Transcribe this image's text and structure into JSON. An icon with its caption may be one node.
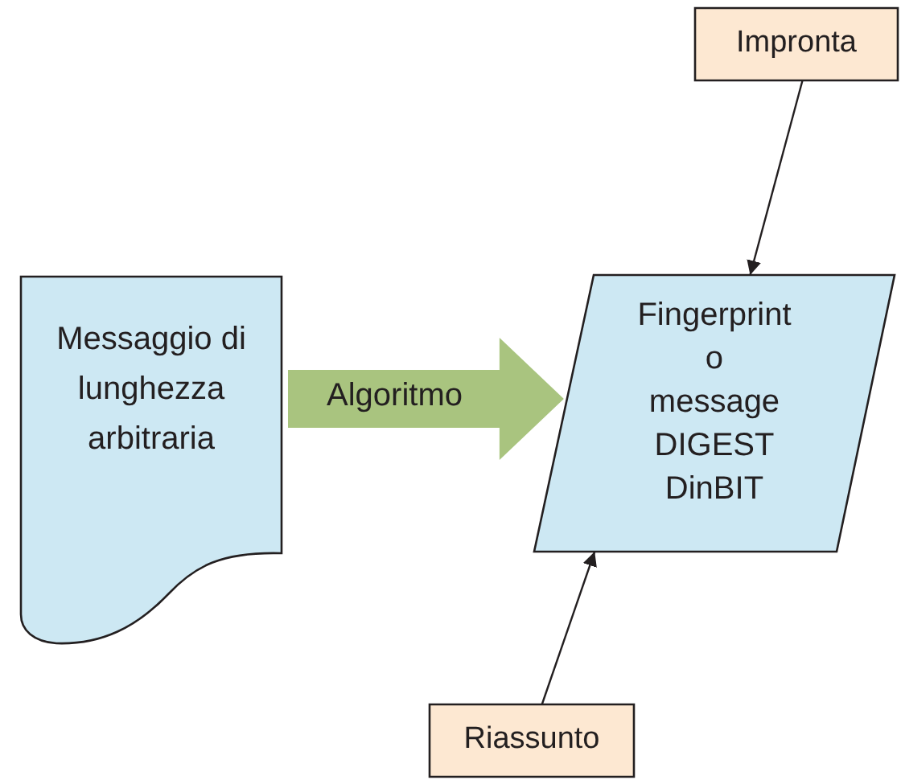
{
  "diagram": {
    "nodes": [
      {
        "text": [
          "Messaggio di lunghezza arbitraria"
        ]
      },
      {
        "text": [
          "Fingerprint o message DIGEST DinBIT"
        ]
      },
      {
        "text": [
          "Impronta"
        ]
      },
      {
        "text": [
          "Riassunto"
        ]
      }
    ],
    "edges": [
      {
        "from": 0,
        "to": 1,
        "label": "Algoritmo",
        "arrow": "to",
        "style": "thick",
        "color": "#a9c47f"
      },
      {
        "from": 2,
        "to": 1,
        "arrow": "to"
      },
      {
        "from": 3,
        "to": 1,
        "arrow": "to"
      }
    ]
  }
}
